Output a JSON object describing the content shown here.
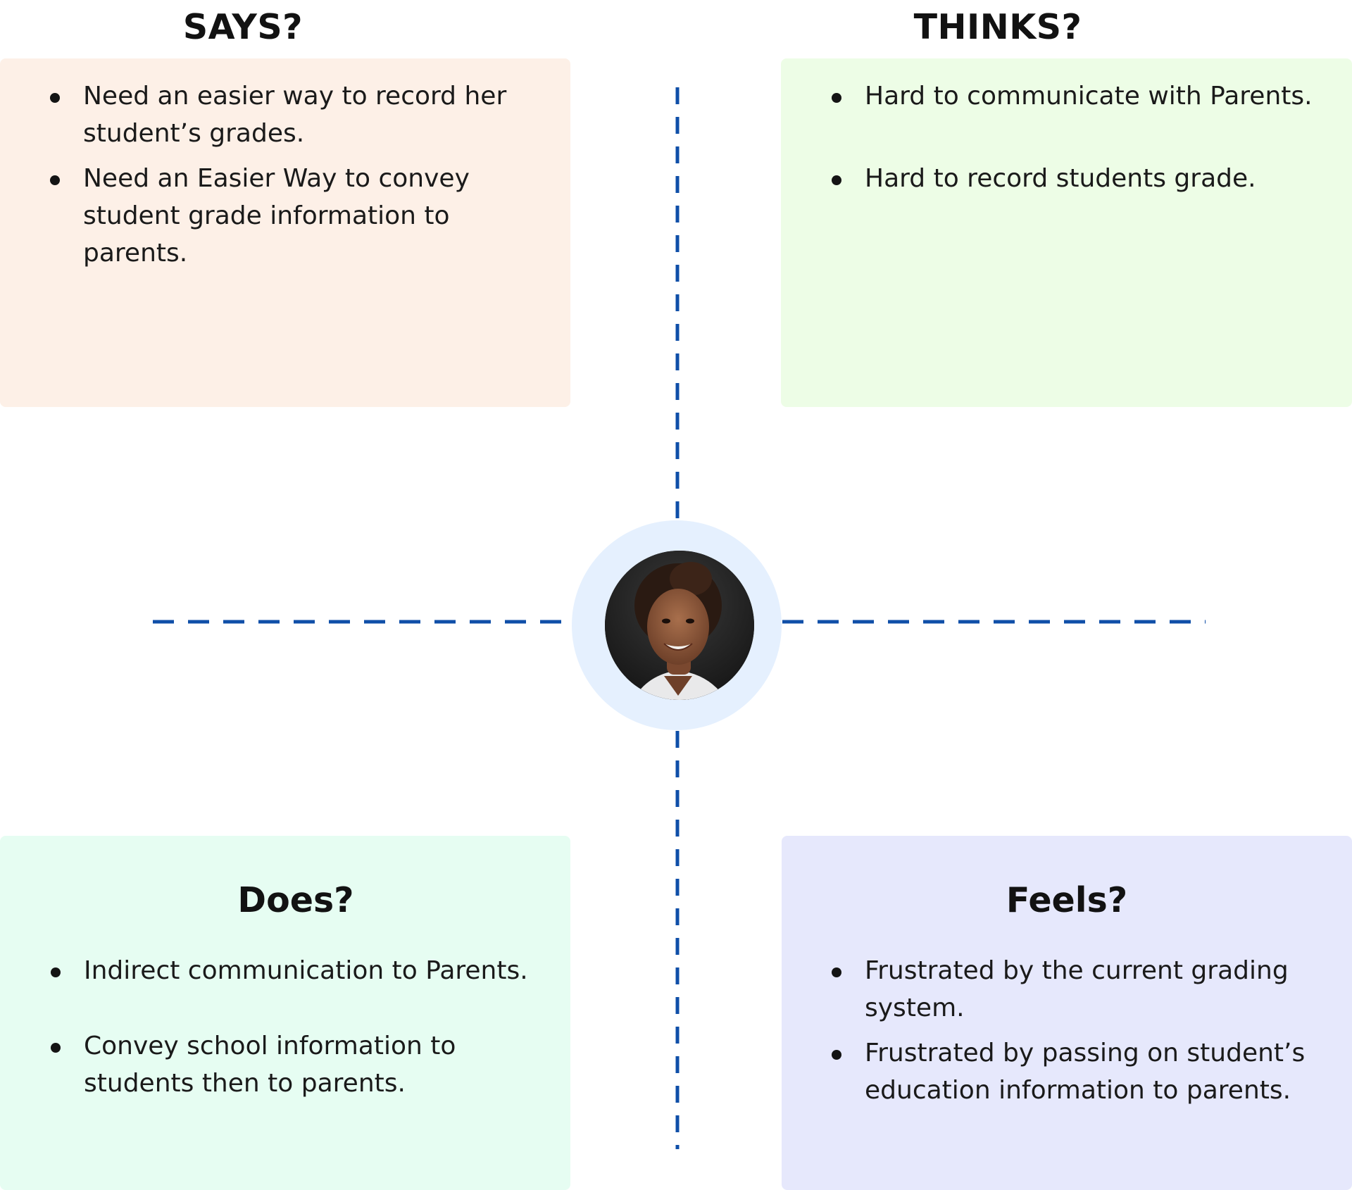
{
  "colors": {
    "says_bg": "#fdf0e7",
    "thinks_bg": "#edfde6",
    "does_bg": "#e6fdf2",
    "feels_bg": "#e6e8fc",
    "divider": "#0f4fa8",
    "avatar_ring": "#e5f0fe"
  },
  "says": {
    "title": "SAYS?",
    "items": [
      "Need an easier way to record her student’s grades.",
      "Need an Easier Way to convey student grade information to parents."
    ]
  },
  "thinks": {
    "title": "THINKS?",
    "items": [
      "Hard to communicate with Parents.",
      "Hard to record students grade."
    ]
  },
  "does": {
    "title": "Does?",
    "items": [
      "Indirect communication to Parents.",
      "Convey school information to students then to parents."
    ]
  },
  "feels": {
    "title": "Feels?",
    "items": [
      "Frustrated by the current grading system.",
      "Frustrated by passing on student’s education information to parents."
    ]
  },
  "persona": {
    "icon": "person-photo-icon"
  }
}
